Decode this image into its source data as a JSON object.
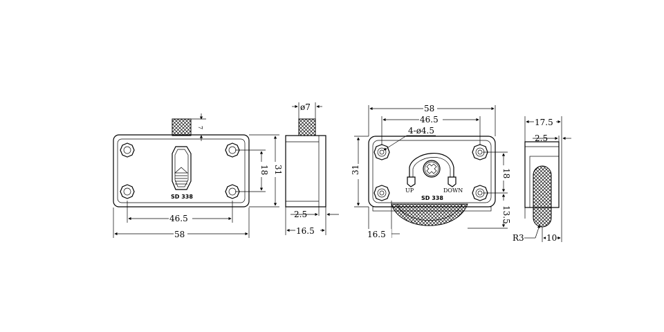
{
  "model_label": "SD 338",
  "views": {
    "front": {
      "dim_knob_height": "7",
      "dim_hole_vertical": "18",
      "dim_height": "31",
      "dim_hole_horizontal": "46.5",
      "dim_width": "58"
    },
    "side": {
      "dim_knob_diameter": "ø7",
      "dim_plate": "2.5",
      "dim_depth": "16.5"
    },
    "back": {
      "dim_width": "58",
      "dim_hole_horizontal": "46.5",
      "hole_callout": "4-ø4.5",
      "dim_height": "31",
      "dim_hole_vertical": "18",
      "dim_wheel_offset": "13.5",
      "dim_wheel_left": "16.5",
      "label_up": "UP",
      "label_down": "DOWN"
    },
    "end": {
      "dim_depth": "17.5",
      "dim_plate": "2.5",
      "dim_radius": "R3",
      "dim_wheel_width": "10"
    }
  }
}
